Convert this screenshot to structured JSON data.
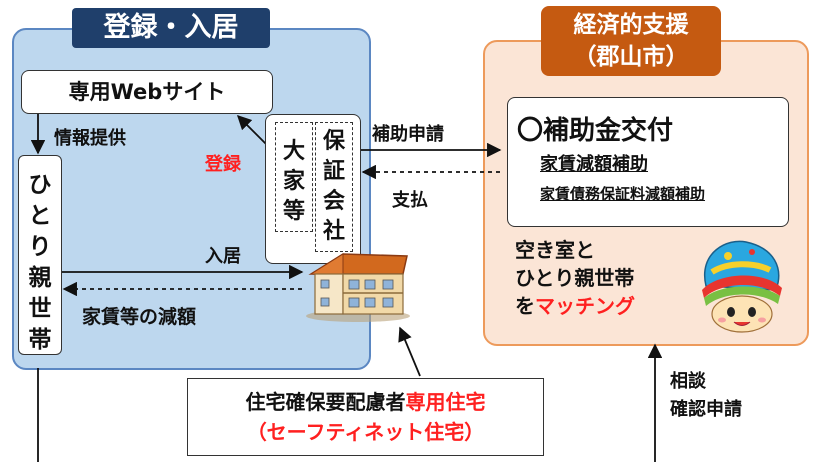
{
  "left_panel": {
    "title": "登録・入居"
  },
  "right_panel": {
    "title_line1": "経済的支援",
    "title_line2": "（郡山市）"
  },
  "website": {
    "label": "専用Webサイト"
  },
  "single_parent": {
    "label_chars": [
      "ひ",
      "と",
      "り",
      "親",
      "世",
      "帯"
    ]
  },
  "landlord": {
    "chars": [
      "大",
      "家",
      "等"
    ]
  },
  "guarantor": {
    "chars": [
      "保",
      "証",
      "会",
      "社"
    ]
  },
  "flows": {
    "info": "情報提供",
    "register": "登録",
    "subsidy_apply": "補助申請",
    "payment": "支払",
    "move_in": "入居",
    "rent_reduction": "家賃等の減額",
    "consult_line1": "相談",
    "consult_line2": "確認申請"
  },
  "subsidy": {
    "title": "〇補助金交付",
    "item1": "家賃減額補助",
    "item2": "家賃債務保証料減額補助"
  },
  "matching": {
    "line1": "空き室と",
    "line2": "ひとり親世帯",
    "line3_prefix": "を",
    "line3_highlight": "マッチング"
  },
  "housing": {
    "line1_prefix": "住宅確保要配慮者",
    "line1_highlight": "専用住宅",
    "line2": "（セーフティネット住宅）"
  },
  "colors": {
    "left_panel_bg": "#bdd7ee",
    "right_panel_bg": "#fbe5d6",
    "left_tag": "#1f3f6b",
    "right_tag": "#c55a11",
    "highlight_red": "#ff2020"
  },
  "icons": [
    "house-icon",
    "mascot-icon"
  ]
}
